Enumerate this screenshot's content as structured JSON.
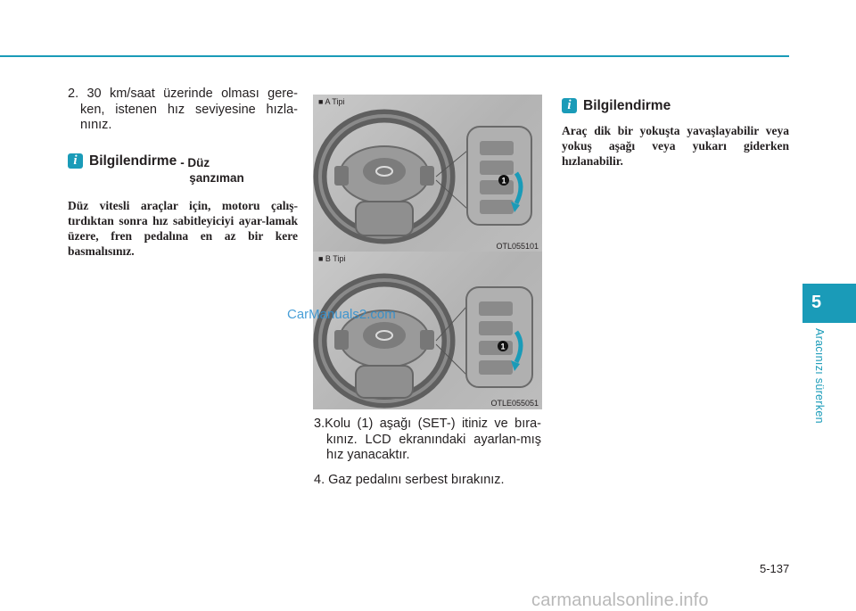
{
  "left": {
    "step2": {
      "num": "2.",
      "text": "30 km/saat üzerinde olması gere-ken, istenen hız seviyesine hızla-nınız."
    },
    "info": {
      "title": "Bilgilendirme",
      "sub1": "- Düz",
      "sub2": "şanzıman"
    },
    "note": "Düz vitesli araçlar için, motoru çalış-tırdıktan sonra hız sabitleyiciyi ayar-lamak üzere, fren pedalına en az bir kere basmalısınız."
  },
  "figures": {
    "a": {
      "type": "■ A Tipi",
      "code": "OTL055101",
      "callout": "1"
    },
    "b": {
      "type": "■ B Tipi",
      "code": "OTLE055051",
      "callout": "1"
    }
  },
  "mid": {
    "step3": {
      "num": "3.",
      "text": "Kolu (1) aşağı (SET-) itiniz ve bıra-kınız. LCD ekranındaki ayarlan-mış hız yanacaktır."
    },
    "step4": {
      "num": "4.",
      "text": "Gaz pedalını serbest bırakınız."
    }
  },
  "right": {
    "info": {
      "title": "Bilgilendirme"
    },
    "note": "Araç dik bir yokuşta yavaşlayabilir veya yokuş aşağı veya yukarı giderken hızlanabilir."
  },
  "icons": {
    "info": "i"
  },
  "side": {
    "chapter": "5",
    "label": "Aracınızı sürerken"
  },
  "page_number": "5-137",
  "watermark": "CarManuals2.com",
  "footer_watermark": "carmanualsonline.info",
  "colors": {
    "accent": "#1a9bb8"
  }
}
